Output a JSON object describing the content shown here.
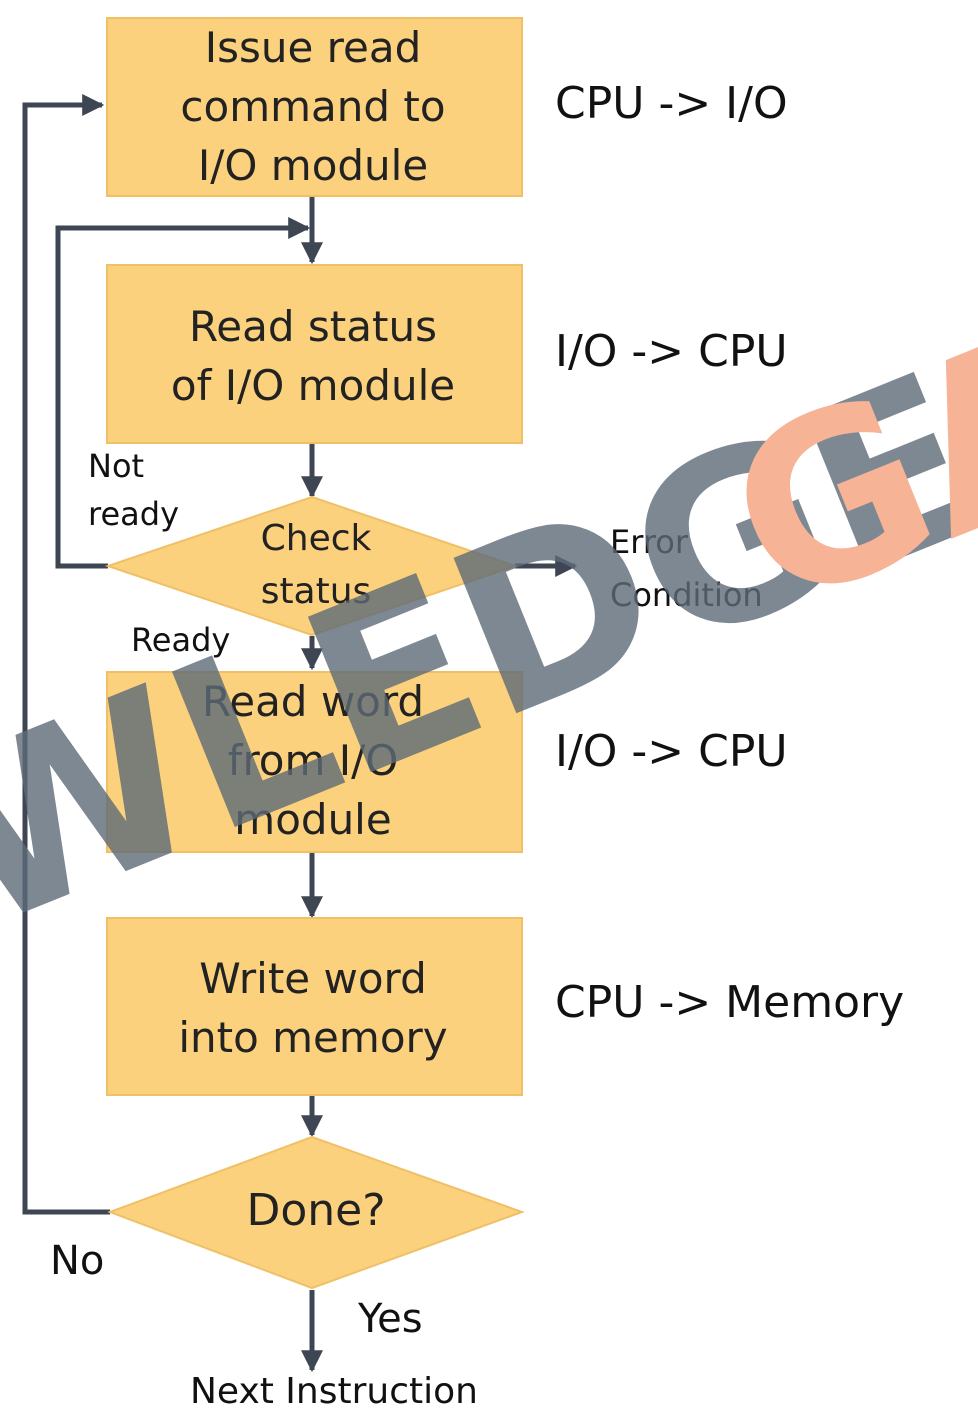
{
  "steps": {
    "issue_read": [
      "Issue read",
      "command to",
      "I/O module"
    ],
    "read_status": [
      "Read status",
      "of I/O module"
    ],
    "check_status": [
      "Check",
      "status"
    ],
    "read_word": [
      "Read word",
      "from I/O",
      "module"
    ],
    "write_word": [
      "Write word",
      "into memory"
    ],
    "done": "Done?"
  },
  "directions": {
    "issue_read": "CPU -> I/O",
    "read_status": "I/O -> CPU",
    "read_word": "I/O -> CPU",
    "write_word": "CPU -> Memory"
  },
  "edges": {
    "not_ready": [
      "Not",
      "ready"
    ],
    "ready": "Ready",
    "error": [
      "Error",
      "Condition"
    ],
    "no": "No",
    "yes": "Yes",
    "next": "Next Instruction"
  },
  "watermark": {
    "gray_text": "WLEDGE",
    "orange_text": "GA",
    "gray_color": "#5d6b78",
    "orange_color": "#f5a17c"
  },
  "colors": {
    "box_fill": "#fcd17d",
    "line": "#3d4652"
  }
}
